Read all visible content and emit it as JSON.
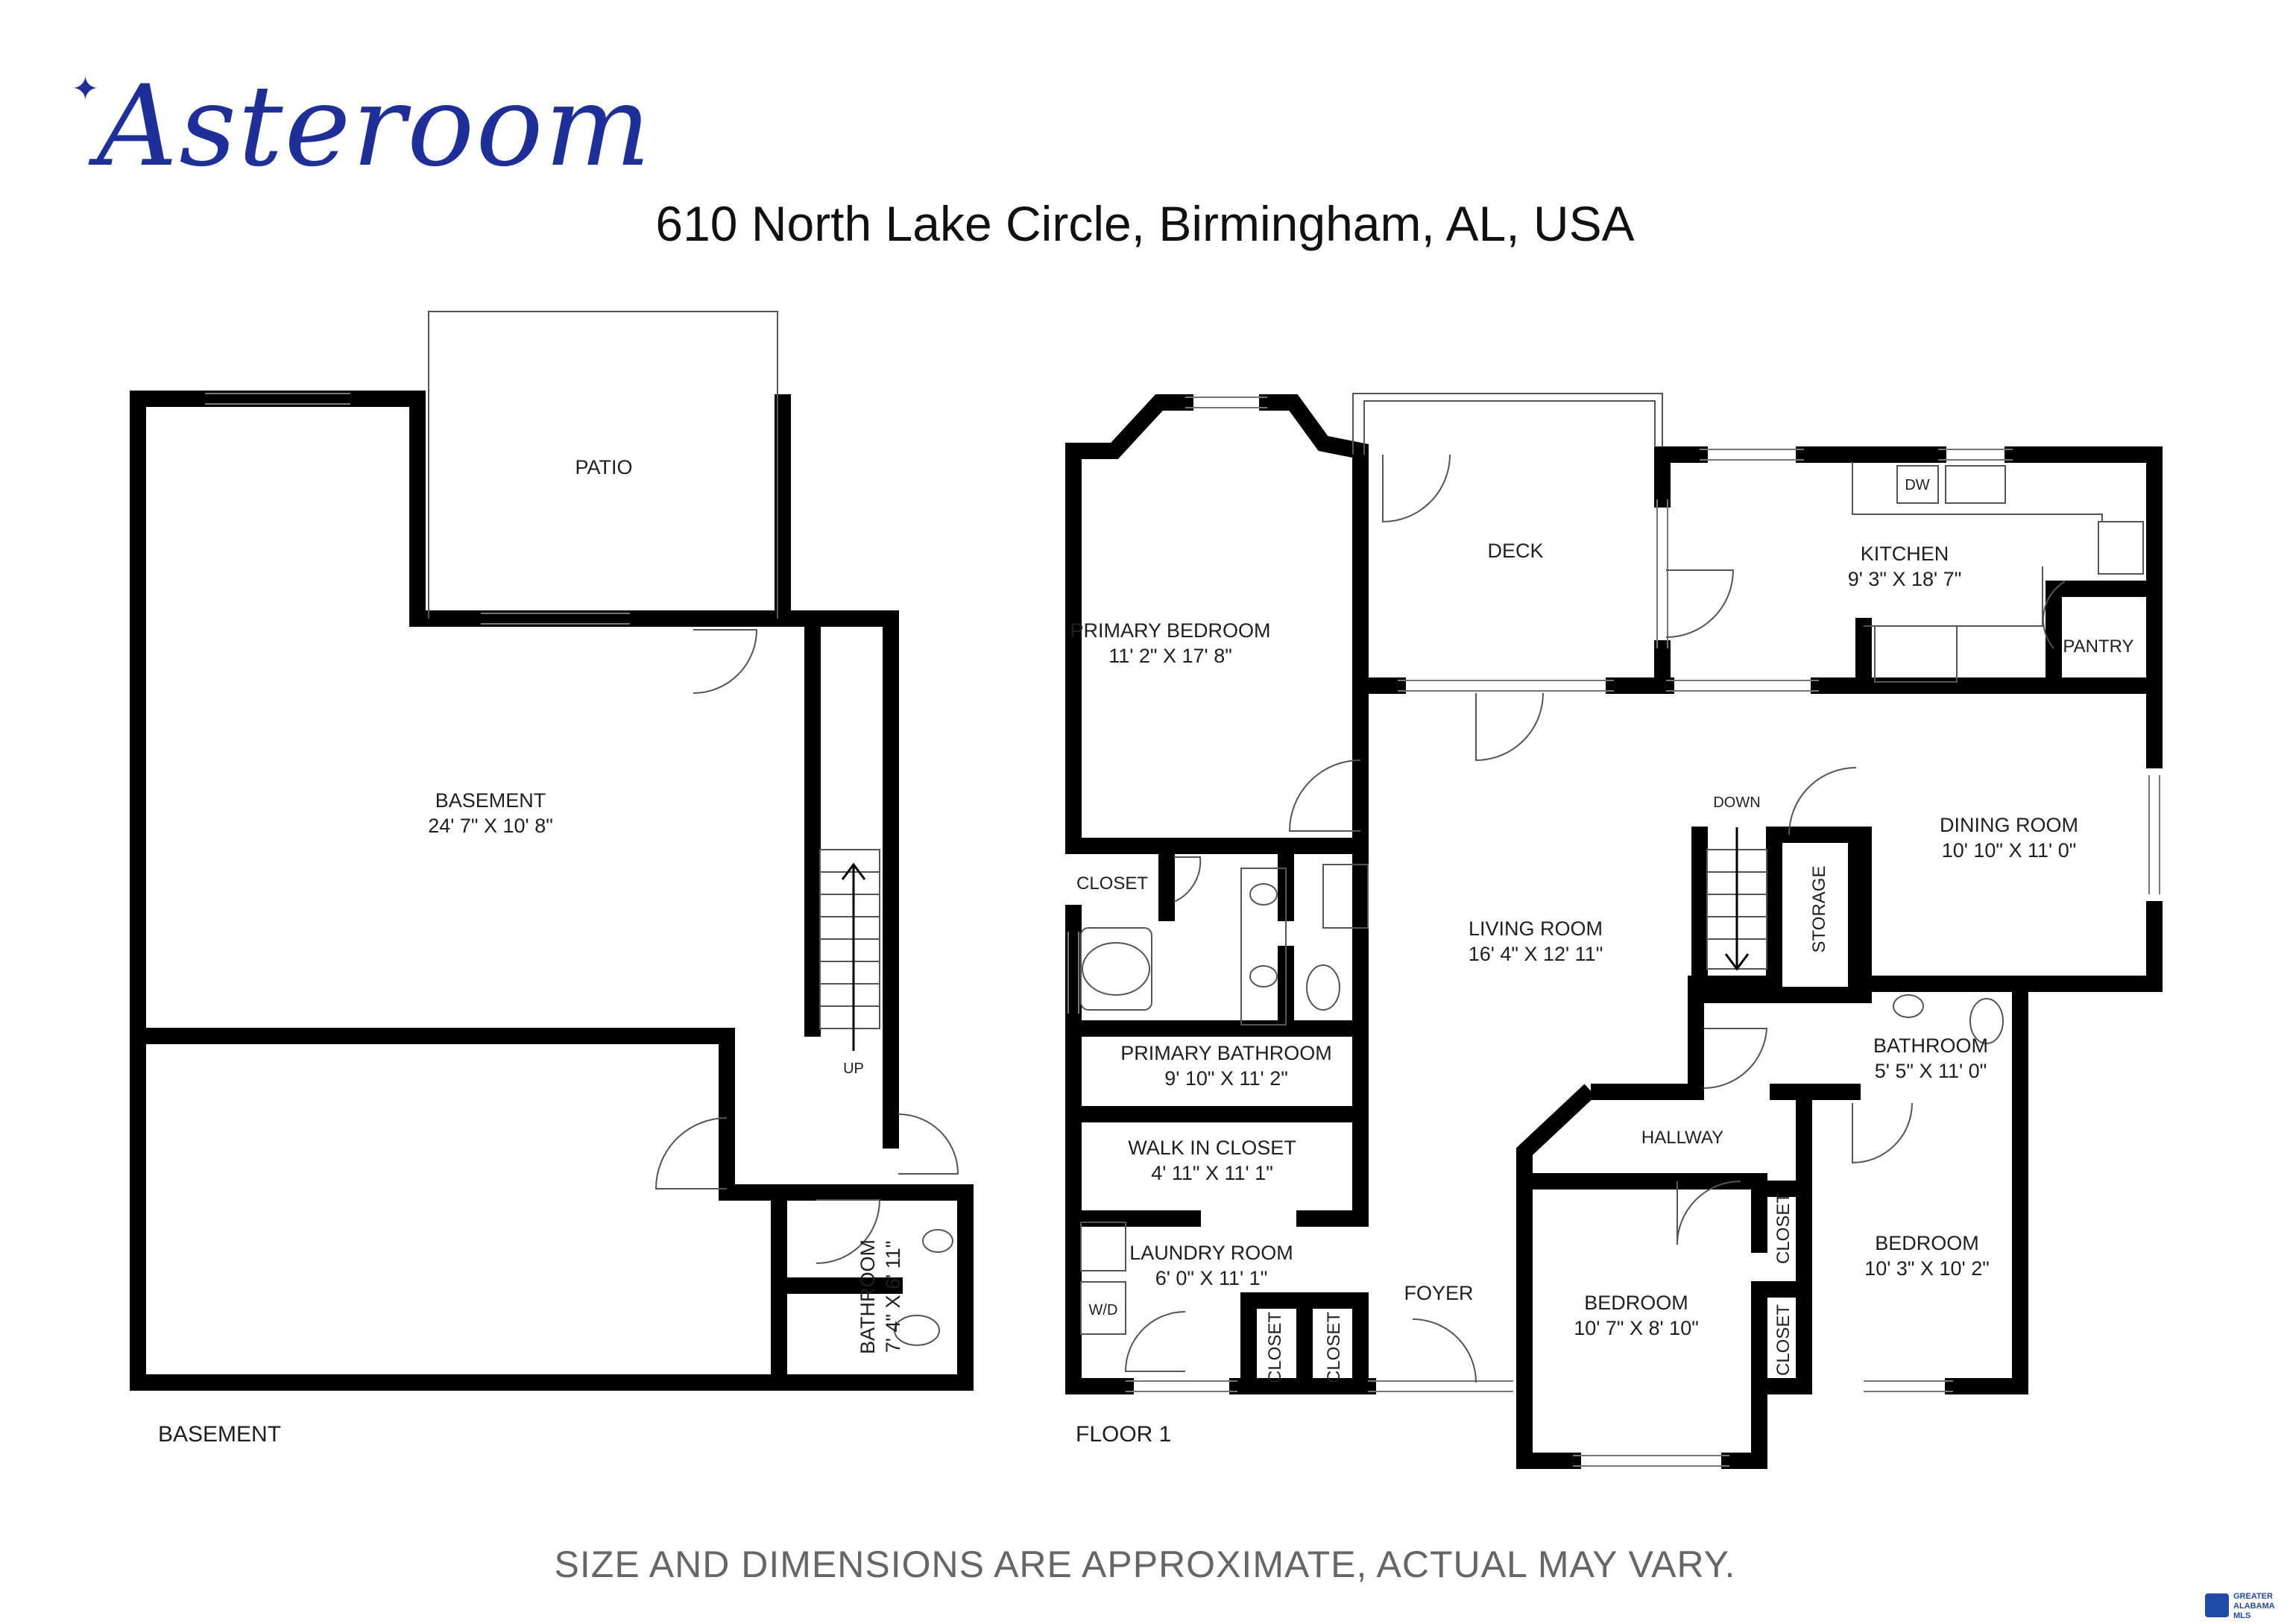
{
  "brand": {
    "logo_text": "Asteroom",
    "logo_color": "#1f2f9a"
  },
  "address": "610 North Lake Circle, Birmingham, AL, USA",
  "disclaimer": "SIZE AND DIMENSIONS ARE APPROXIMATE, ACTUAL MAY VARY.",
  "watermark": {
    "text": "GREATER ALABAMA MLS"
  },
  "floors": [
    {
      "label": "BASEMENT"
    },
    {
      "label": "FLOOR 1"
    }
  ],
  "rooms": {
    "patio": {
      "name": "PATIO"
    },
    "basement": {
      "name": "BASEMENT",
      "dims": "24' 7\" X 10' 8\""
    },
    "basement_bath": {
      "name": "BATHROOM",
      "dims": "7' 4\" X 6' 11\""
    },
    "primary_bedroom": {
      "name": "PRIMARY BEDROOM",
      "dims": "11' 2\" X 17' 8\""
    },
    "deck": {
      "name": "DECK"
    },
    "kitchen": {
      "name": "KITCHEN",
      "dims": "9' 3\" X 18' 7\""
    },
    "pantry": {
      "name": "PANTRY"
    },
    "dining_room": {
      "name": "DINING ROOM",
      "dims": "10' 10\" X 11' 0\""
    },
    "living_room": {
      "name": "LIVING ROOM",
      "dims": "16' 4\" X 12' 11\""
    },
    "storage": {
      "name": "STORAGE"
    },
    "closet_primary": {
      "name": "CLOSET"
    },
    "primary_bathroom": {
      "name": "PRIMARY BATHROOM",
      "dims": "9' 10\" X 11' 2\""
    },
    "walk_in_closet": {
      "name": "WALK IN CLOSET",
      "dims": "4' 11\" X 11' 1\""
    },
    "laundry_room": {
      "name": "LAUNDRY ROOM",
      "dims": "6' 0\" X 11' 1\""
    },
    "closet_a": {
      "name": "CLOSET"
    },
    "closet_b": {
      "name": "CLOSET"
    },
    "foyer": {
      "name": "FOYER"
    },
    "hallway": {
      "name": "HALLWAY"
    },
    "bathroom": {
      "name": "BATHROOM",
      "dims": "5' 5\" X 11' 0\""
    },
    "bedroom_1": {
      "name": "BEDROOM",
      "dims": "10' 7\" X 8' 10\""
    },
    "bedroom_2": {
      "name": "BEDROOM",
      "dims": "10' 3\" X 10' 2\""
    },
    "closet_c": {
      "name": "CLOSET"
    },
    "closet_d": {
      "name": "CLOSET"
    }
  },
  "labels": {
    "up": "UP",
    "down": "DOWN",
    "dw": "DW",
    "wd": "W/D"
  }
}
